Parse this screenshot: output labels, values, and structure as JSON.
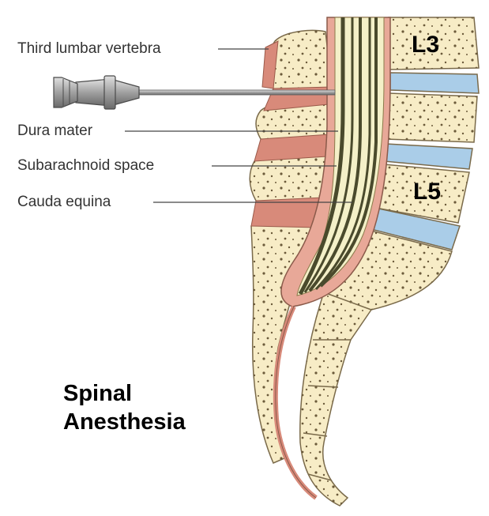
{
  "labels": {
    "third_lumbar_vertebra": "Third lumbar vertebra",
    "dura_mater": "Dura mater",
    "subarachnoid_space": "Subarachnoid space",
    "cauda_equina": "Cauda equina"
  },
  "vertebra_labels": {
    "l3": "L3",
    "l5": "L5"
  },
  "title": {
    "line1": "Spinal",
    "line2": "Anesthesia"
  },
  "colors": {
    "bone": "#f7ecc6",
    "bone_outline": "#7a6a4a",
    "disc": "#aacde8",
    "ligament": "#d88a7a",
    "dura": "#e8a898",
    "nerve": "#4a4a2c",
    "csf": "#f4f0c8",
    "needle": "#a8a8a8"
  }
}
